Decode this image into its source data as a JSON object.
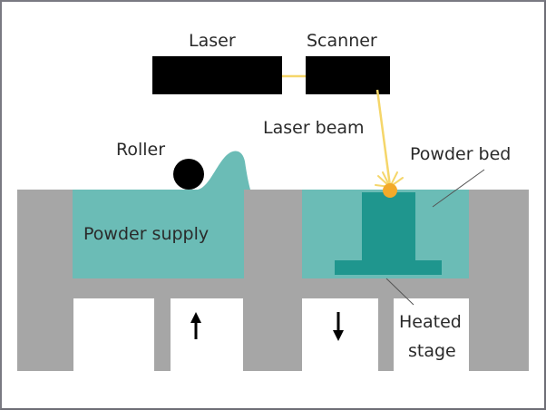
{
  "diagram": {
    "title": "Selective laser sintering (powder bed fusion) schematic",
    "labels": {
      "laser": "Laser",
      "scanner": "Scanner",
      "laser_beam": "Laser beam",
      "roller": "Roller",
      "powder_bed": "Powder bed",
      "powder_supply": "Powder supply",
      "heated_stage_line1": "Heated",
      "heated_stage_line2": "stage"
    },
    "arrows": {
      "supply_piston": "up",
      "build_piston": "down"
    },
    "colors": {
      "machine_body": "#a6a6a6",
      "powder": "#6bbcb6",
      "part": "#1f968e",
      "laser_box": "#000000",
      "beam": "#f5d66a",
      "melt_spot": "#f2aa2a",
      "roller": "#000000",
      "frame_border": "#7a7a82"
    }
  }
}
